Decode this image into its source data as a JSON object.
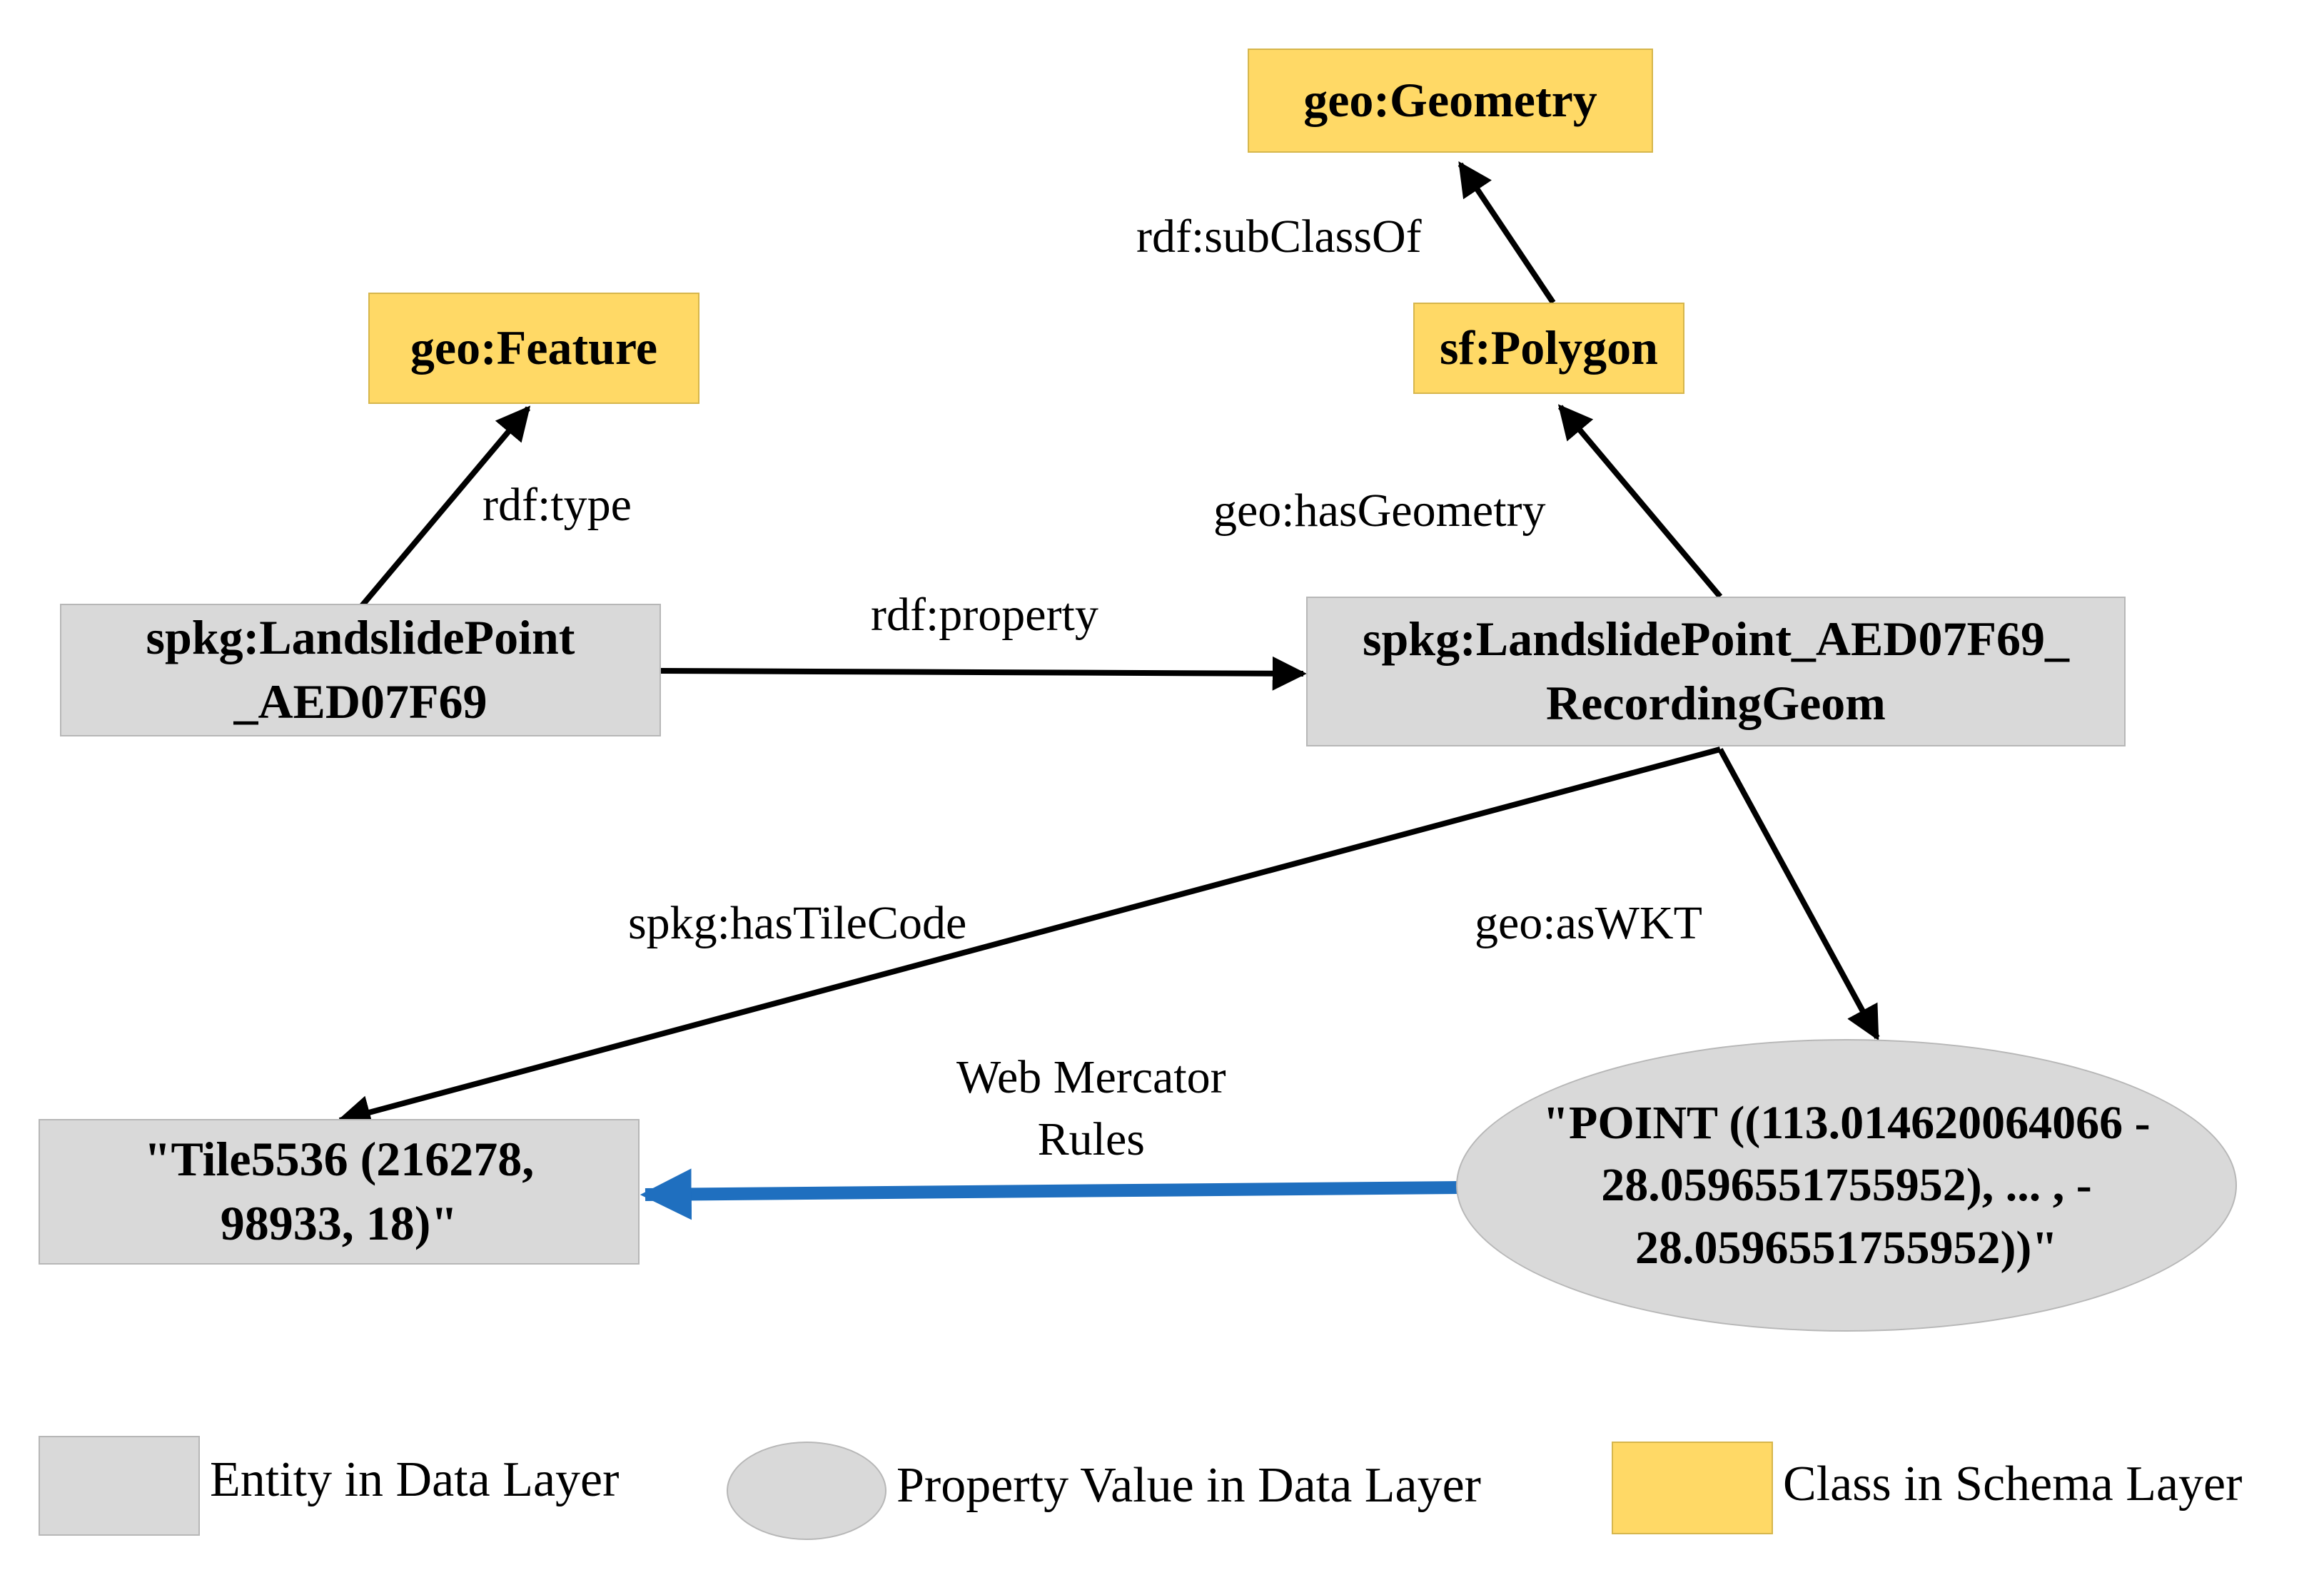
{
  "colors": {
    "entity_fill": "#d9d9d9",
    "class_fill": "#ffd966",
    "arrow_black": "#000000",
    "arrow_blue": "#1f6fbf"
  },
  "nodes": {
    "geo_geometry": "geo:Geometry",
    "geo_feature": "geo:Feature",
    "sf_polygon": "sf:Polygon",
    "landslide_point": "spkg:LandslidePoint\n_AED07F69",
    "recording_geom": "spkg:LandslidePoint_AED07F69_\nRecordingGeom",
    "tile": "\"Tile5536 (216278,\n98933, 18)\"",
    "point_wkt": "\"POINT ((113.014620064066 -\n28.0596551755952), ... , -\n28.0596551755952))\""
  },
  "edges": {
    "subclassof": "rdf:subClassOf",
    "type": "rdf:type",
    "has_geometry": "geo:hasGeometry",
    "property": "rdf:property",
    "has_tile_code": "spkg:hasTileCode",
    "as_wkt": "geo:asWKT",
    "web_mercator": "Web Mercator\nRules"
  },
  "legend": {
    "entity": "Entity in Data Layer",
    "value": "Property Value in Data Layer",
    "class": "Class in Schema Layer"
  }
}
